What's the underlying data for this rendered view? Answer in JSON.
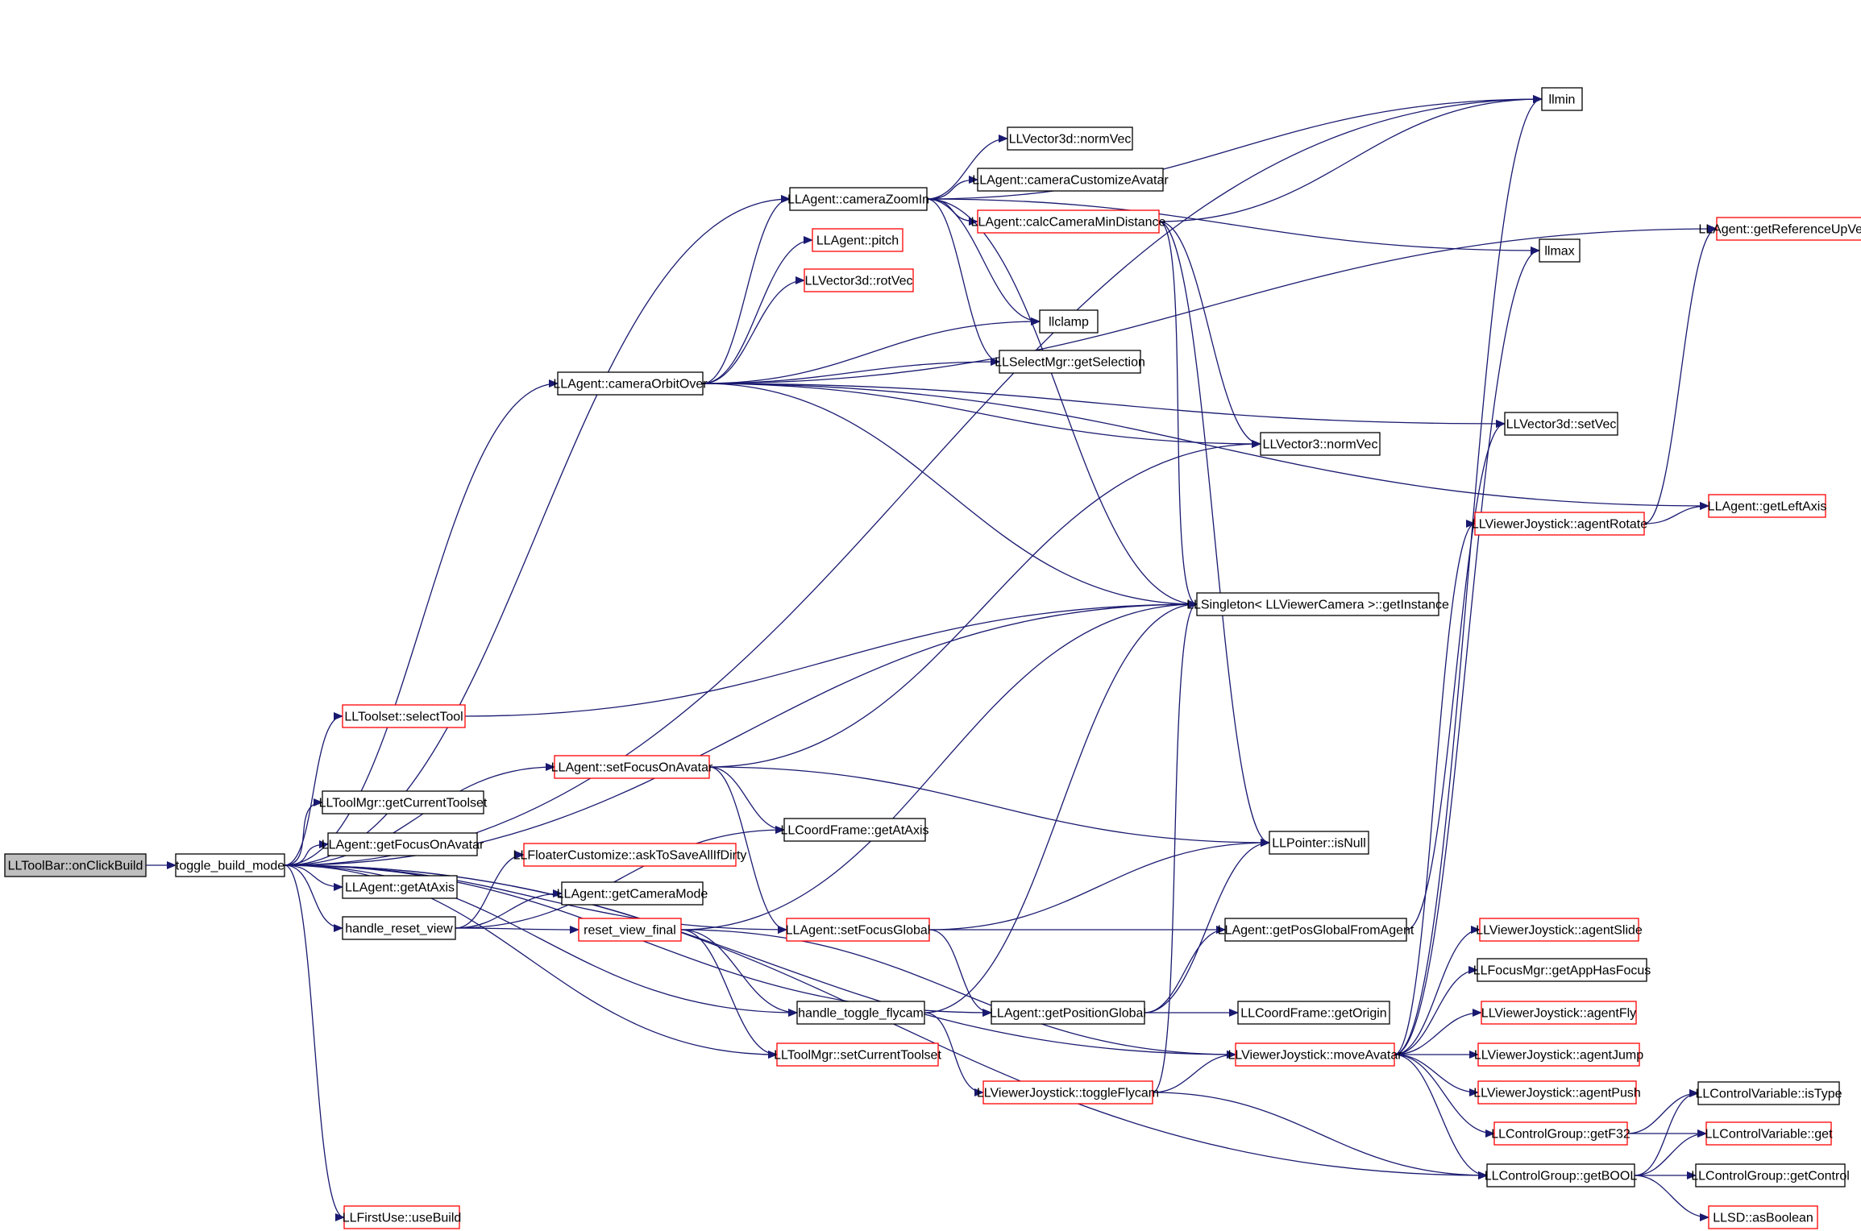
{
  "colors": {
    "edge": "#191970",
    "border_normal": "#000000",
    "border_link": "#ff0000",
    "root_fill": "#bfbfbf",
    "node_fill": "#ffffff"
  },
  "nodes": [
    {
      "id": "root",
      "label": "LLToolBar::onClickBuild",
      "kind": "root"
    },
    {
      "id": "tbm",
      "label": "toggle_build_mode",
      "kind": "normal"
    },
    {
      "id": "llmin",
      "label": "llmin",
      "kind": "normal"
    },
    {
      "id": "llmax",
      "label": "llmax",
      "kind": "normal"
    },
    {
      "id": "refup",
      "label": "LLAgent::getReferenceUpVector",
      "kind": "link"
    },
    {
      "id": "normVec3d",
      "label": "LLVector3d::normVec",
      "kind": "normal"
    },
    {
      "id": "custAv",
      "label": "LLAgent::cameraCustomizeAvatar",
      "kind": "normal"
    },
    {
      "id": "zoomIn",
      "label": "LLAgent::cameraZoomIn",
      "kind": "normal"
    },
    {
      "id": "calcMin",
      "label": "LLAgent::calcCameraMinDistance",
      "kind": "link"
    },
    {
      "id": "pitch",
      "label": "LLAgent::pitch",
      "kind": "link"
    },
    {
      "id": "rotVec",
      "label": "LLVector3d::rotVec",
      "kind": "link"
    },
    {
      "id": "llclamp",
      "label": "llclamp",
      "kind": "normal"
    },
    {
      "id": "getSel",
      "label": "LLSelectMgr::getSelection",
      "kind": "normal"
    },
    {
      "id": "orbit",
      "label": "LLAgent::cameraOrbitOver",
      "kind": "normal"
    },
    {
      "id": "setVec",
      "label": "LLVector3d::setVec",
      "kind": "normal"
    },
    {
      "id": "normVec3",
      "label": "LLVector3::normVec",
      "kind": "normal"
    },
    {
      "id": "leftAxis",
      "label": "LLAgent::getLeftAxis",
      "kind": "link"
    },
    {
      "id": "agentRot",
      "label": "LLViewerJoystick::agentRotate",
      "kind": "link"
    },
    {
      "id": "singleton",
      "label": "LLSingleton< LLViewerCamera >::getInstance",
      "kind": "normal"
    },
    {
      "id": "selectTool",
      "label": "LLToolset::selectTool",
      "kind": "link"
    },
    {
      "id": "setFocusAv",
      "label": "LLAgent::setFocusOnAvatar",
      "kind": "link"
    },
    {
      "id": "curToolset",
      "label": "LLToolMgr::getCurrentToolset",
      "kind": "normal"
    },
    {
      "id": "coordAt",
      "label": "LLCoordFrame::getAtAxis",
      "kind": "normal"
    },
    {
      "id": "focusAv",
      "label": "LLAgent::getFocusOnAvatar",
      "kind": "normal"
    },
    {
      "id": "isNull",
      "label": "LLPointer::isNull",
      "kind": "normal"
    },
    {
      "id": "askSave",
      "label": "LLFloaterCustomize::askToSaveAllIfDirty",
      "kind": "link"
    },
    {
      "id": "atAxis",
      "label": "LLAgent::getAtAxis",
      "kind": "normal"
    },
    {
      "id": "camMode",
      "label": "LLAgent::getCameraMode",
      "kind": "normal"
    },
    {
      "id": "resetView",
      "label": "handle_reset_view",
      "kind": "normal"
    },
    {
      "id": "resetFinal",
      "label": "reset_view_final",
      "kind": "link"
    },
    {
      "id": "focusGlobal",
      "label": "LLAgent::setFocusGlobal",
      "kind": "link"
    },
    {
      "id": "posFromAgent",
      "label": "LLAgent::getPosGlobalFromAgent",
      "kind": "normal"
    },
    {
      "id": "agentSlide",
      "label": "LLViewerJoystick::agentSlide",
      "kind": "link"
    },
    {
      "id": "appFocus",
      "label": "LLFocusMgr::getAppHasFocus",
      "kind": "normal"
    },
    {
      "id": "toggleFly",
      "label": "handle_toggle_flycam",
      "kind": "normal"
    },
    {
      "id": "posGlobal",
      "label": "LLAgent::getPositionGlobal",
      "kind": "normal"
    },
    {
      "id": "origin",
      "label": "LLCoordFrame::getOrigin",
      "kind": "normal"
    },
    {
      "id": "agentFly",
      "label": "LLViewerJoystick::agentFly",
      "kind": "link"
    },
    {
      "id": "setToolset",
      "label": "LLToolMgr::setCurrentToolset",
      "kind": "link"
    },
    {
      "id": "moveAv",
      "label": "LLViewerJoystick::moveAvatar",
      "kind": "link"
    },
    {
      "id": "agentJump",
      "label": "LLViewerJoystick::agentJump",
      "kind": "link"
    },
    {
      "id": "joyToggleFly",
      "label": "LLViewerJoystick::toggleFlycam",
      "kind": "link"
    },
    {
      "id": "agentPush",
      "label": "LLViewerJoystick::agentPush",
      "kind": "link"
    },
    {
      "id": "isType",
      "label": "LLControlVariable::isType",
      "kind": "normal"
    },
    {
      "id": "getF32",
      "label": "LLControlGroup::getF32",
      "kind": "link"
    },
    {
      "id": "ctrlGet",
      "label": "LLControlVariable::get",
      "kind": "link"
    },
    {
      "id": "getBool",
      "label": "LLControlGroup::getBOOL",
      "kind": "normal"
    },
    {
      "id": "getControl",
      "label": "LLControlGroup::getControl",
      "kind": "normal"
    },
    {
      "id": "firstUse",
      "label": "LLFirstUse::useBuild",
      "kind": "link"
    },
    {
      "id": "asBool",
      "label": "LLSD::asBoolean",
      "kind": "link"
    }
  ],
  "edges": [
    {
      "from": "root",
      "to": "tbm"
    },
    {
      "from": "tbm",
      "to": "llmin"
    },
    {
      "from": "tbm",
      "to": "zoomIn"
    },
    {
      "from": "tbm",
      "to": "orbit"
    },
    {
      "from": "tbm",
      "to": "singleton"
    },
    {
      "from": "tbm",
      "to": "selectTool"
    },
    {
      "from": "tbm",
      "to": "setFocusAv"
    },
    {
      "from": "tbm",
      "to": "curToolset"
    },
    {
      "from": "tbm",
      "to": "focusAv"
    },
    {
      "from": "tbm",
      "to": "atAxis"
    },
    {
      "from": "tbm",
      "to": "resetView"
    },
    {
      "from": "tbm",
      "to": "focusGlobal"
    },
    {
      "from": "tbm",
      "to": "toggleFly"
    },
    {
      "from": "tbm",
      "to": "posGlobal"
    },
    {
      "from": "tbm",
      "to": "setToolset"
    },
    {
      "from": "tbm",
      "to": "moveAv"
    },
    {
      "from": "tbm",
      "to": "getBool"
    },
    {
      "from": "tbm",
      "to": "firstUse"
    },
    {
      "from": "zoomIn",
      "to": "llmin"
    },
    {
      "from": "zoomIn",
      "to": "llmax"
    },
    {
      "from": "zoomIn",
      "to": "normVec3d"
    },
    {
      "from": "zoomIn",
      "to": "custAv"
    },
    {
      "from": "zoomIn",
      "to": "calcMin"
    },
    {
      "from": "zoomIn",
      "to": "llclamp"
    },
    {
      "from": "zoomIn",
      "to": "getSel"
    },
    {
      "from": "zoomIn",
      "to": "singleton"
    },
    {
      "from": "calcMin",
      "to": "llmin"
    },
    {
      "from": "calcMin",
      "to": "normVec3"
    },
    {
      "from": "calcMin",
      "to": "singleton"
    },
    {
      "from": "calcMin",
      "to": "isNull"
    },
    {
      "from": "orbit",
      "to": "refup"
    },
    {
      "from": "orbit",
      "to": "zoomIn"
    },
    {
      "from": "orbit",
      "to": "pitch"
    },
    {
      "from": "orbit",
      "to": "rotVec"
    },
    {
      "from": "orbit",
      "to": "llclamp"
    },
    {
      "from": "orbit",
      "to": "getSel"
    },
    {
      "from": "orbit",
      "to": "setVec"
    },
    {
      "from": "orbit",
      "to": "normVec3"
    },
    {
      "from": "orbit",
      "to": "leftAxis"
    },
    {
      "from": "orbit",
      "to": "singleton"
    },
    {
      "from": "agentRot",
      "to": "leftAxis"
    },
    {
      "from": "agentRot",
      "to": "refup"
    },
    {
      "from": "selectTool",
      "to": "singleton"
    },
    {
      "from": "setFocusAv",
      "to": "normVec3"
    },
    {
      "from": "setFocusAv",
      "to": "coordAt"
    },
    {
      "from": "setFocusAv",
      "to": "isNull"
    },
    {
      "from": "setFocusAv",
      "to": "focusGlobal"
    },
    {
      "from": "resetView",
      "to": "coordAt"
    },
    {
      "from": "resetView",
      "to": "askSave"
    },
    {
      "from": "resetView",
      "to": "camMode"
    },
    {
      "from": "resetView",
      "to": "resetFinal"
    },
    {
      "from": "resetFinal",
      "to": "singleton"
    },
    {
      "from": "resetFinal",
      "to": "toggleFly"
    },
    {
      "from": "resetFinal",
      "to": "setToolset"
    },
    {
      "from": "resetFinal",
      "to": "moveAv"
    },
    {
      "from": "focusGlobal",
      "to": "isNull"
    },
    {
      "from": "focusGlobal",
      "to": "posFromAgent"
    },
    {
      "from": "focusGlobal",
      "to": "posGlobal"
    },
    {
      "from": "posFromAgent",
      "to": "setVec"
    },
    {
      "from": "toggleFly",
      "to": "singleton"
    },
    {
      "from": "toggleFly",
      "to": "joyToggleFly"
    },
    {
      "from": "posGlobal",
      "to": "origin"
    },
    {
      "from": "posGlobal",
      "to": "posFromAgent"
    },
    {
      "from": "posGlobal",
      "to": "isNull"
    },
    {
      "from": "moveAv",
      "to": "llmin"
    },
    {
      "from": "moveAv",
      "to": "llmax"
    },
    {
      "from": "moveAv",
      "to": "agentRot"
    },
    {
      "from": "moveAv",
      "to": "agentSlide"
    },
    {
      "from": "moveAv",
      "to": "appFocus"
    },
    {
      "from": "moveAv",
      "to": "agentFly"
    },
    {
      "from": "moveAv",
      "to": "agentJump"
    },
    {
      "from": "moveAv",
      "to": "agentPush"
    },
    {
      "from": "moveAv",
      "to": "getF32"
    },
    {
      "from": "moveAv",
      "to": "getBool"
    },
    {
      "from": "joyToggleFly",
      "to": "moveAv"
    },
    {
      "from": "joyToggleFly",
      "to": "singleton"
    },
    {
      "from": "joyToggleFly",
      "to": "getBool"
    },
    {
      "from": "getF32",
      "to": "isType"
    },
    {
      "from": "getF32",
      "to": "ctrlGet"
    },
    {
      "from": "getBool",
      "to": "isType"
    },
    {
      "from": "getBool",
      "to": "ctrlGet"
    },
    {
      "from": "getBool",
      "to": "getControl"
    },
    {
      "from": "getBool",
      "to": "asBool"
    }
  ]
}
